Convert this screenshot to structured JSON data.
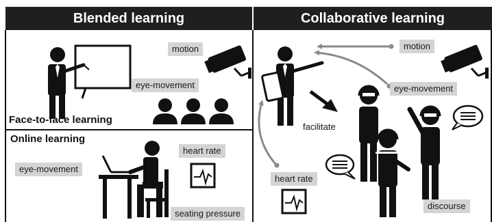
{
  "panels": {
    "blended": {
      "title": "Blended learning",
      "face_to_face": {
        "title": "Face-to-face learning",
        "labels": {
          "motion": "motion",
          "eye_movement": "eye-movement"
        }
      },
      "online": {
        "title": "Online learning",
        "labels": {
          "eye_movement": "eye-movement",
          "heart_rate": "heart rate",
          "seating_pressure": "seating pressure"
        }
      }
    },
    "collaborative": {
      "title": "Collaborative learning",
      "labels": {
        "motion": "motion",
        "eye_movement": "eye-movement",
        "heart_rate": "heart rate",
        "facilitate": "facilitate",
        "discourse": "discourse"
      }
    }
  },
  "colors": {
    "header_bg": "#1f1f1f",
    "tag_bg": "#d4d4d4",
    "arrow": "#8a8a8a",
    "figure": "#111111"
  },
  "icons": [
    "teacher-icon",
    "whiteboard-icon",
    "camera-icon",
    "students-icon",
    "laptop-learner-icon",
    "heart-monitor-icon",
    "tablet-teacher-icon",
    "headset-student-icon",
    "speech-bubble-icon"
  ]
}
